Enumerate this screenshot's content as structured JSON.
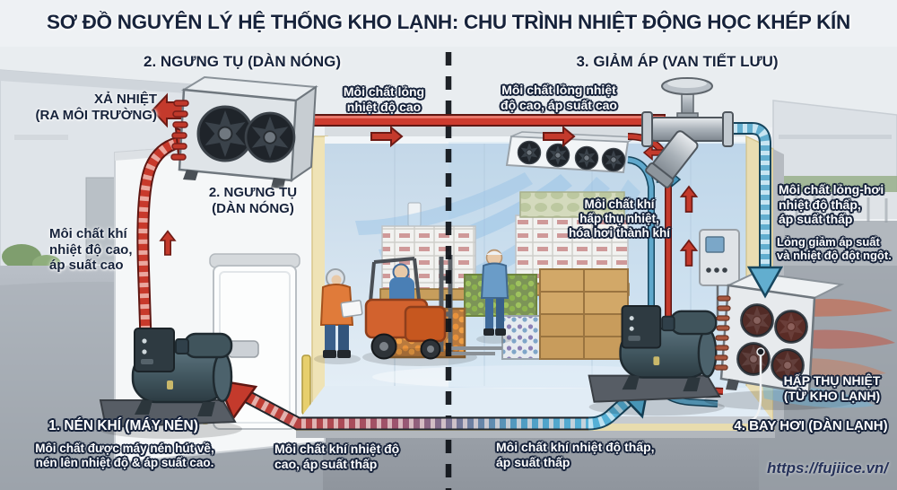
{
  "title": "SƠ ĐỒ NGUYÊN LÝ HỆ THỐNG KHO LẠNH: CHU TRÌNH NHIỆT ĐỘNG HỌC KHÉP KÍN",
  "sections": {
    "compression": {
      "heading": "1. NÉN KHÍ (MÁY NÉN)",
      "description": "Môi chất được máy nén hút về,\nnén lên nhiệt độ & áp suất cao."
    },
    "condensation": {
      "heading": "2. NGƯNG TỤ (DÀN NÓNG)",
      "unit_label": "2. NGƯNG TỤ\n(DÀN NÓNG)"
    },
    "expansion": {
      "heading": "3. GIẢM ÁP (VAN TIẾT LƯU)"
    },
    "evaporation": {
      "heading": "4. BAY HƠI (DÀN LẠNH)",
      "sub_label": "HẤP THỤ NHIỆT\n(TỪ KHO LẠNH)"
    }
  },
  "flow_labels": {
    "heat_reject": "XẢ NHIỆT\n(RA MÔI TRƯỜNG)",
    "hot_gas": "Môi chất khí\nnhiệt độ cao,\náp suất cao",
    "hot_liquid": "Môi chất lỏng\nnhiệt độ cao",
    "hot_liquid_high_pressure": "Môi chất lỏng nhiệt\nđộ cao, áp suất cao",
    "vapor_absorbs_heat": "Môi chất khí\nhấp thụ nhiệt,\nhóa hơi thành khí",
    "low_temp_liquid_vapor": "Môi chất lỏng-hơi\nnhiệt độ thấp,\náp suất thấp",
    "sudden_pressure_drop": "Lỏng giảm áp suất\nvà nhiệt độ đột ngột.",
    "gas_high_temp_low_pressure": "Môi chất khí nhiệt độ\ncao, áp suất thấp",
    "gas_low_temp_low_pressure": "Môi chất khí nhiệt độ thấp,\náp suất thấp"
  },
  "footer": {
    "website": "https://fujiice.vn/"
  },
  "colors": {
    "hot": "#c43a2c",
    "cold": "#5fb0d4",
    "text": "#17233b"
  }
}
